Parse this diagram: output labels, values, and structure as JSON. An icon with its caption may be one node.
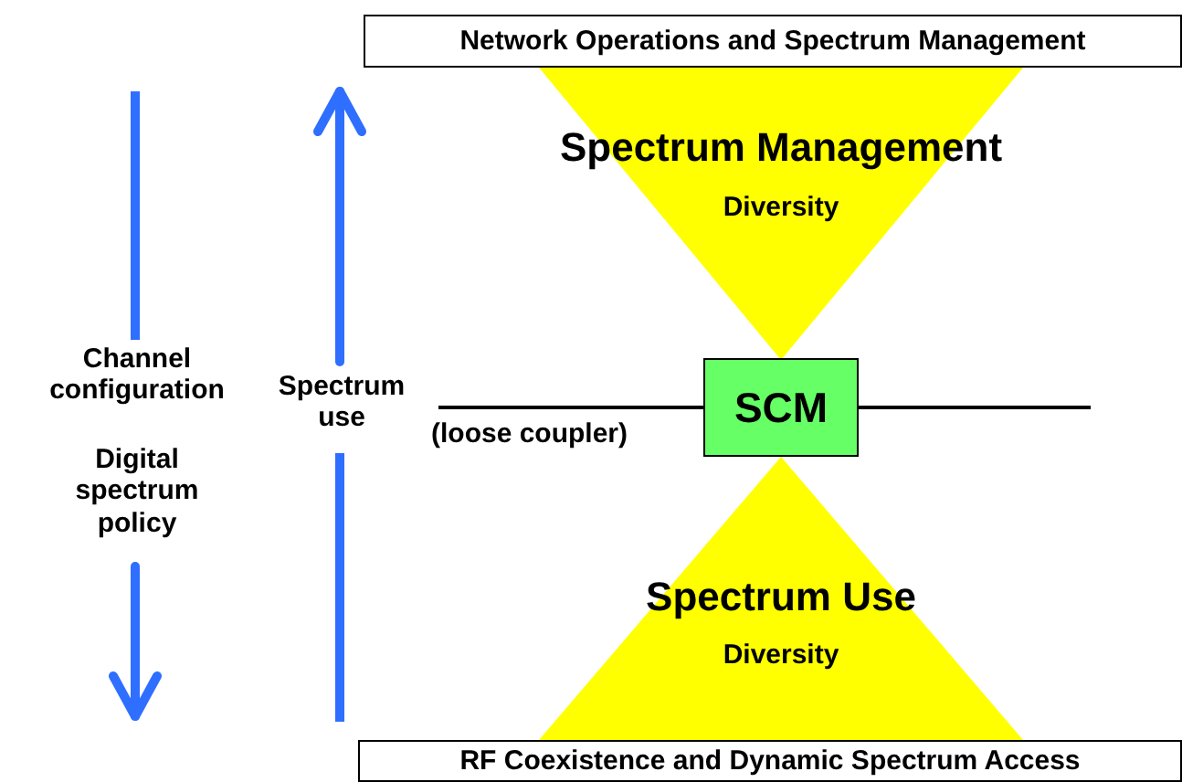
{
  "diagram": {
    "nodes": [
      {
        "text": [
          "Network Operations and Spectrum Management"
        ]
      },
      {
        "text": [
          "Spectrum Management",
          "Diversity"
        ]
      },
      {
        "text": [
          "SCM"
        ]
      },
      {
        "text": [
          "Spectrum Use",
          "Diversity"
        ]
      },
      {
        "text": [
          "RF Coexistence and Dynamic Spectrum Access"
        ]
      }
    ],
    "edges": [],
    "labels": [
      "Channel configuration",
      "Spectrum use",
      "(loose coupler)",
      "Digital spectrum policy"
    ]
  }
}
